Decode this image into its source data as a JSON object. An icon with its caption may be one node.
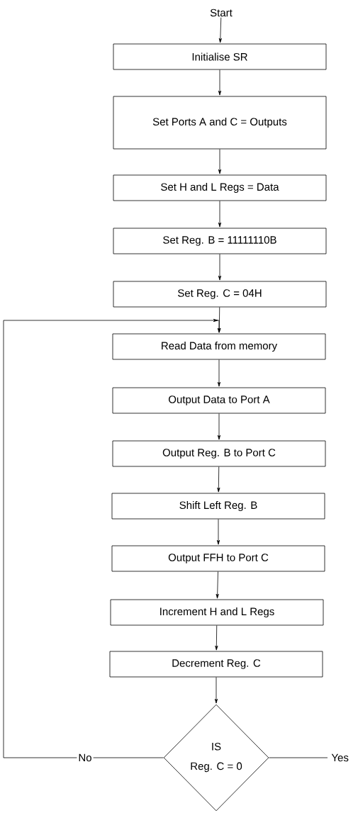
{
  "diagram": {
    "nodes": [
      {
        "text": [
          "Start"
        ]
      },
      {
        "text": [
          "Initialise SR"
        ]
      },
      {
        "text": [
          "Set Ports A and C = Outputs"
        ]
      },
      {
        "text": [
          "Set H and L Regs = Data"
        ]
      },
      {
        "text": [
          "Set Reg. B = 11111110B"
        ]
      },
      {
        "text": [
          "Set Reg. C = 04H"
        ]
      },
      {
        "text": [
          "Read Data from memory"
        ]
      },
      {
        "text": [
          "Output Data to Port A"
        ]
      },
      {
        "text": [
          "Output Reg. B to Port C"
        ]
      },
      {
        "text": [
          "Shift Left Reg. B"
        ]
      },
      {
        "text": [
          "Output FFH to Port C"
        ]
      },
      {
        "text": [
          "Increment H and L Regs"
        ]
      },
      {
        "text": [
          "Decrement Reg. C"
        ]
      },
      {
        "text": [
          "IS",
          "Reg. C = 0"
        ]
      }
    ],
    "edges": [
      {
        "from": 0,
        "to": 1,
        "arrow": "to"
      },
      {
        "from": 1,
        "to": 2,
        "arrow": "to"
      },
      {
        "from": 2,
        "to": 3,
        "arrow": "to"
      },
      {
        "from": 3,
        "to": 4,
        "arrow": "to"
      },
      {
        "from": 4,
        "to": 5,
        "arrow": "to"
      },
      {
        "from": 5,
        "to": 6,
        "arrow": "to"
      },
      {
        "from": 6,
        "to": 7,
        "arrow": "to"
      },
      {
        "from": 7,
        "to": 8,
        "arrow": "to"
      },
      {
        "from": 8,
        "to": 9,
        "arrow": "to"
      },
      {
        "from": 9,
        "to": 10,
        "arrow": "to"
      },
      {
        "from": 10,
        "to": 11,
        "arrow": "to"
      },
      {
        "from": 11,
        "to": 12,
        "arrow": "to"
      },
      {
        "from": 12,
        "to": 13,
        "arrow": "to"
      },
      {
        "from": 13,
        "to": 6,
        "arrow": "to",
        "label": "No"
      },
      {
        "from": 13,
        "to": null,
        "arrow": "none",
        "label": "Yes"
      }
    ]
  }
}
